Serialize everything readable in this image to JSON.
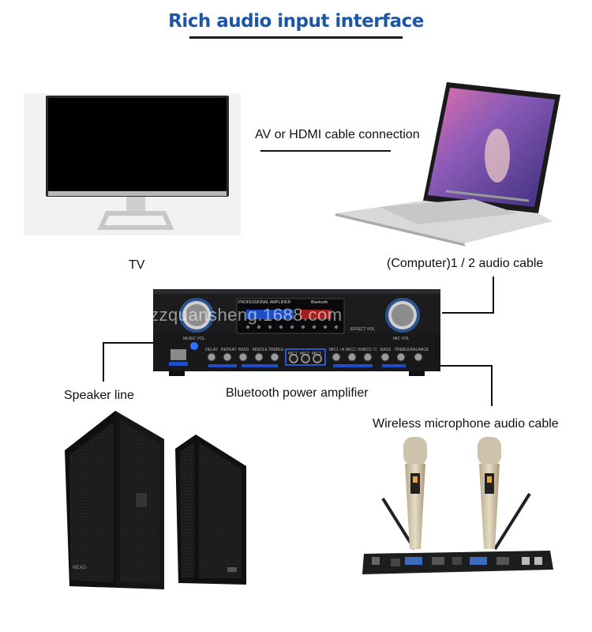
{
  "title": "Rich audio input interface",
  "labels": {
    "av_hdmi": "AV or HDMI cable connection",
    "tv": "TV",
    "computer": "(Computer)1 / 2 audio cable",
    "speaker": "Speaker line",
    "amplifier": "Bluetooth power amplifier",
    "wireless_mic": "Wireless microphone audio cable"
  },
  "watermark": "zzquansheng.1688.com",
  "amplifier_panel": {
    "brand_text": "PROFESSIONAL AMPLIFIER",
    "bluetooth": "Bluetooth",
    "music_vol": "MUSIC VOL",
    "mic_vol": "MIC VOL",
    "effect_vol": "EFFECT VOL",
    "knobs_left": [
      "DELAY",
      "REPEAT",
      "BASS",
      "MIDDLE",
      "TREBLE"
    ],
    "knobs_right": [
      "MIC1 / A",
      "MIC2 / B",
      "MIC3 / C",
      "BASS",
      "TREBLE",
      "BALANCE"
    ],
    "mic_jacks": [
      "MIC1",
      "MIC2",
      "MIC3"
    ]
  },
  "speaker_brand": "NEXO",
  "colors": {
    "title": "#1b56a8",
    "line": "#111111"
  }
}
